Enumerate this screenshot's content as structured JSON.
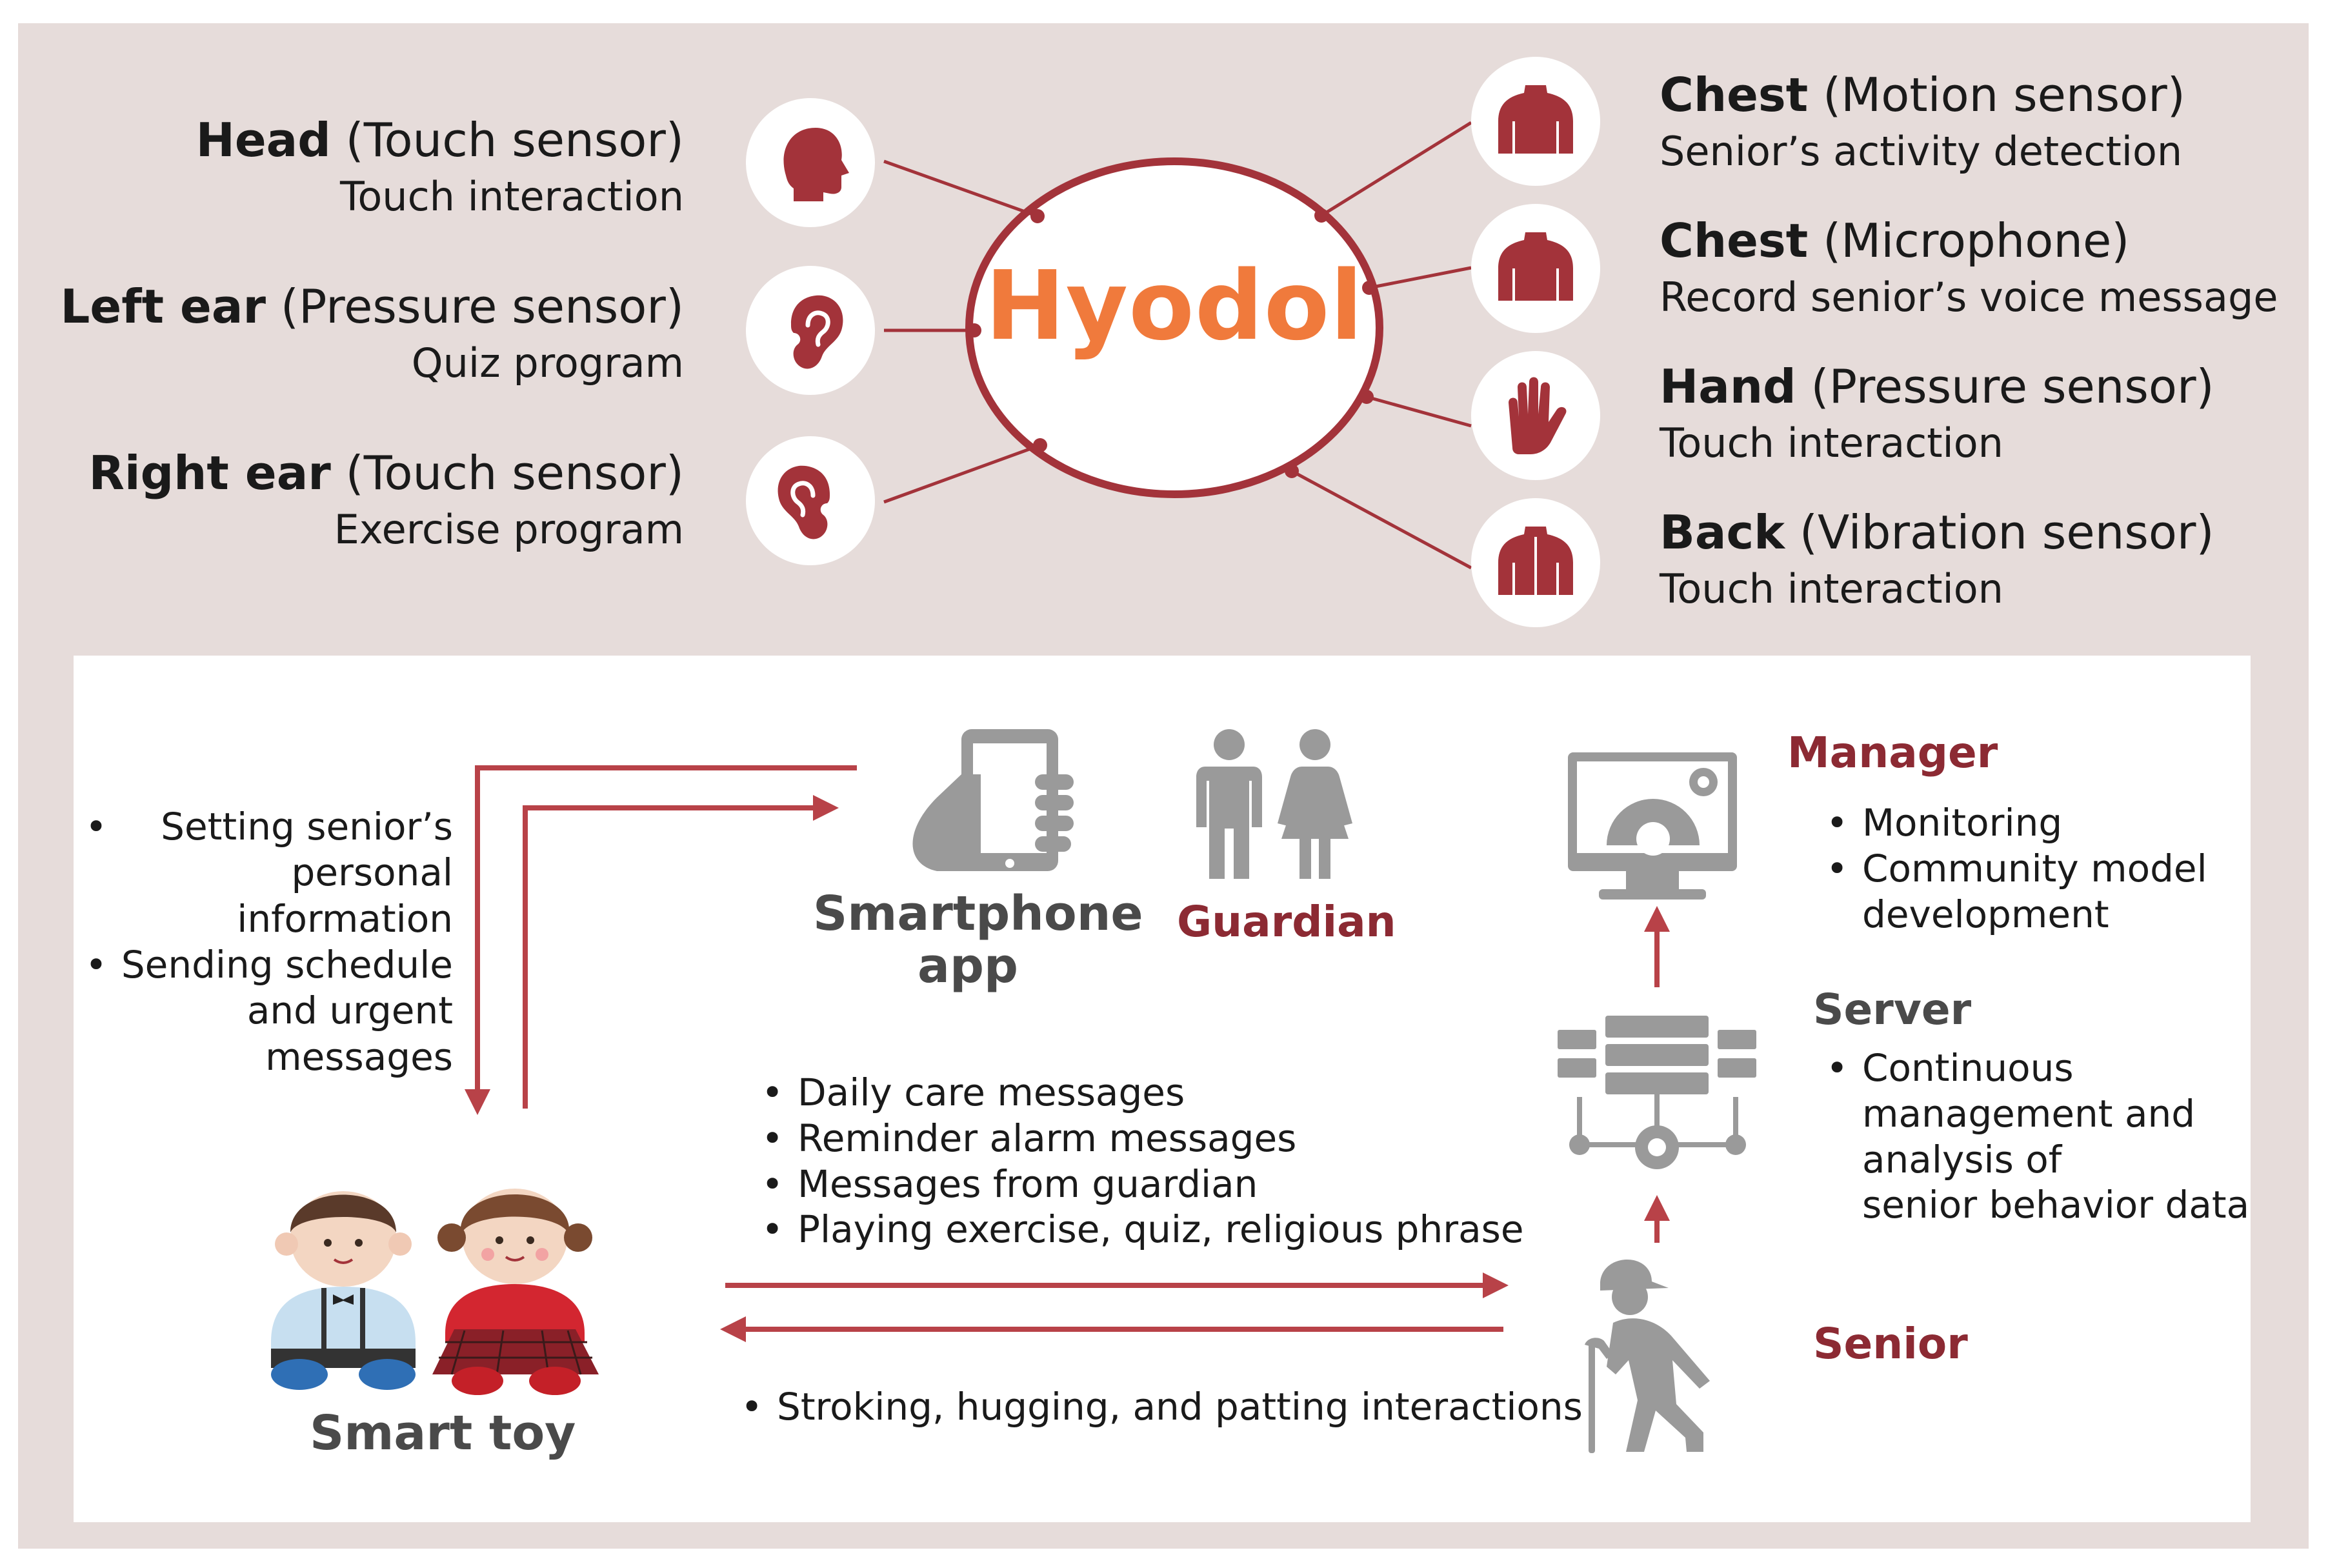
{
  "hyodol": {
    "title": "Hyodol",
    "sensors_left": [
      {
        "part": "Head",
        "sensor": "(Touch sensor)",
        "function": "Touch interaction"
      },
      {
        "part": "Left ear",
        "sensor": "(Pressure sensor)",
        "function": "Quiz program"
      },
      {
        "part": "Right ear",
        "sensor": "(Touch sensor)",
        "function": "Exercise program"
      }
    ],
    "sensors_right": [
      {
        "part": "Chest",
        "sensor": "(Motion sensor)",
        "function": "Senior’s activity detection"
      },
      {
        "part": "Chest",
        "sensor": "(Microphone)",
        "function": "Record senior’s voice message"
      },
      {
        "part": "Hand",
        "sensor": "(Pressure sensor)",
        "function": "Touch interaction"
      },
      {
        "part": "Back",
        "sensor": "(Vibration sensor)",
        "function": "Touch interaction"
      }
    ],
    "icons_left": [
      "head-icon",
      "left-ear-icon",
      "right-ear-icon"
    ],
    "icons_right": [
      "chest-icon",
      "chest-icon",
      "hand-icon",
      "back-icon"
    ]
  },
  "system": {
    "app_bullets": [
      [
        "Setting senior’s",
        "personal",
        "information"
      ],
      [
        "Sending schedule",
        "and urgent",
        "messages"
      ]
    ],
    "smartphone_label": [
      "Smartphone",
      "app"
    ],
    "guardian_label": "Guardian",
    "manager": {
      "label": "Manager",
      "bullets": [
        [
          "Monitoring"
        ],
        [
          "Community model",
          "development"
        ]
      ]
    },
    "server": {
      "label": "Server",
      "bullets": [
        [
          "Continuous",
          "management and",
          "analysis of",
          "senior behavior data"
        ]
      ]
    },
    "senior_label": "Senior",
    "toy_to_senior": [
      "Daily care messages",
      "Reminder alarm messages",
      "Messages from guardian",
      "Playing exercise, quiz, religious phrase"
    ],
    "senior_to_toy": "Stroking, hugging, and patting interactions",
    "smart_toy_label": "Smart toy"
  },
  "colors": {
    "accent_red": "#a3333a",
    "title_orange": "#f07a3c",
    "icon_gray": "#9a9a9a",
    "panel_bg": "#e6dcda"
  }
}
